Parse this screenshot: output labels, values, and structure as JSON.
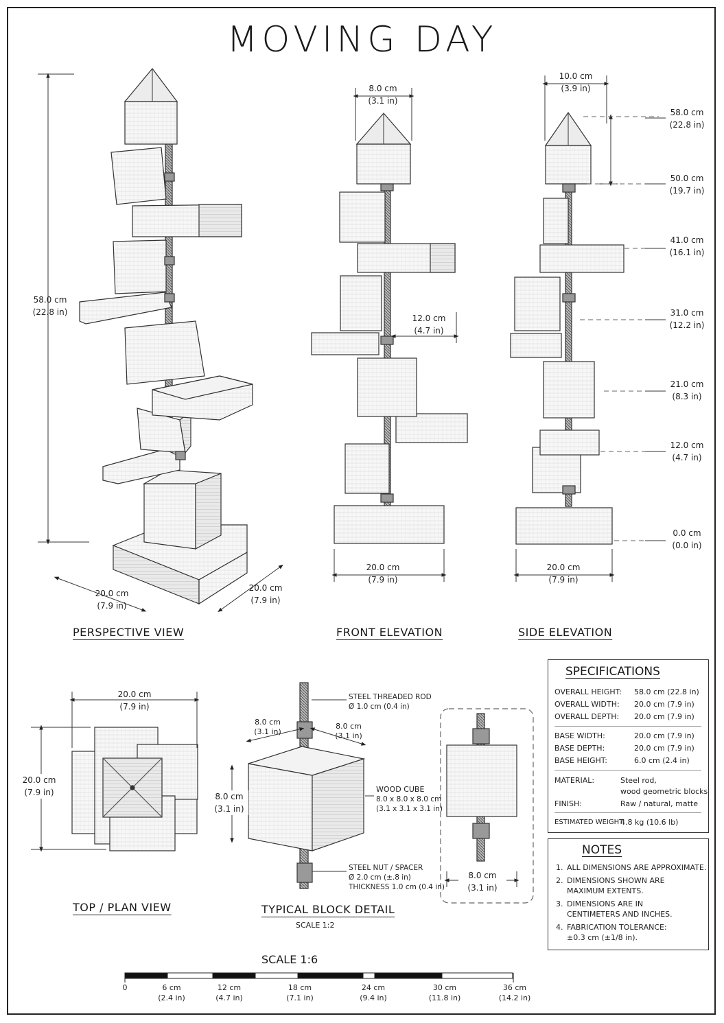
{
  "title": "MOVING DAY",
  "views": {
    "perspective": {
      "caption": "PERSPECTIVE VIEW",
      "height_cm": "58.0 cm",
      "height_in": "(22.8 in)",
      "width_cm": "20.0 cm",
      "width_in": "(7.9 in)",
      "depth_cm": "20.0 cm",
      "depth_in": "(7.9 in)"
    },
    "front": {
      "caption": "FRONT ELEVATION",
      "top_cm": "8.0 cm",
      "top_in": "(3.1 in)",
      "mid_cm": "12.0 cm",
      "mid_in": "(4.7 in)",
      "base_cm": "20.0 cm",
      "base_in": "(7.9 in)"
    },
    "side": {
      "caption": "SIDE ELEVATION",
      "top_cm": "10.0 cm",
      "top_in": "(3.9 in)",
      "base_cm": "20.0 cm",
      "base_in": "(7.9 in)",
      "levels": [
        {
          "cm": "58.0 cm",
          "in": "(22.8 in)"
        },
        {
          "cm": "50.0 cm",
          "in": "(19.7 in)"
        },
        {
          "cm": "41.0 cm",
          "in": "(16.1 in)"
        },
        {
          "cm": "31.0 cm",
          "in": "(12.2 in)"
        },
        {
          "cm": "21.0 cm",
          "in": "(8.3 in)"
        },
        {
          "cm": "12.0 cm",
          "in": "(4.7 in)"
        },
        {
          "cm": "0.0 cm",
          "in": "(0.0 in)"
        }
      ]
    },
    "plan": {
      "caption": "TOP / PLAN VIEW",
      "width_cm": "20.0 cm",
      "width_in": "(7.9 in)",
      "depth_cm": "20.0 cm",
      "depth_in": "(7.9 in)"
    },
    "detail": {
      "caption": "TYPICAL BLOCK DETAIL",
      "scale": "SCALE 1:2",
      "rod_label": "STEEL THREADED ROD",
      "rod_dia": "Ø 1.0 cm (0.4 in)",
      "w1_cm": "8.0 cm",
      "w1_in": "(3.1 in)",
      "w2_cm": "8.0 cm",
      "w2_in": "(3.1 in)",
      "h_cm": "8.0 cm",
      "h_in": "(3.1 in)",
      "cube_label": "WOOD CUBE",
      "cube_dim_cm": "8.0 x 8.0 x 8.0 cm",
      "cube_dim_in": "(3.1 x 3.1 x 3.1 in)",
      "nut_label": "STEEL NUT / SPACER",
      "nut_dia": "Ø 2.0 cm (±.8 in)",
      "nut_thk": "THICKNESS 1.0 cm (0.4 in)",
      "section_cm": "8.0 cm",
      "section_in": "(3.1 in)"
    }
  },
  "specifications": {
    "heading": "SPECIFICATIONS",
    "rows1": [
      {
        "k": "OVERALL HEIGHT:",
        "v": "58.0 cm  (22.8 in)"
      },
      {
        "k": "OVERALL WIDTH:",
        "v": "20.0 cm  (7.9 in)"
      },
      {
        "k": "OVERALL DEPTH:",
        "v": "20.0 cm  (7.9 in)"
      }
    ],
    "rows2": [
      {
        "k": "BASE WIDTH:",
        "v": "20.0 cm  (7.9 in)"
      },
      {
        "k": "BASE DEPTH:",
        "v": "20.0 cm  (7.9 in)"
      },
      {
        "k": "BASE HEIGHT:",
        "v": "6.0 cm  (2.4 in)"
      }
    ],
    "material_k": "MATERIAL:",
    "material_v1": "Steel rod,",
    "material_v2": "wood geometric blocks",
    "finish_k": "FINISH:",
    "finish_v": "Raw / natural, matte",
    "weight_k": "ESTIMATED WEIGHT:",
    "weight_v": "4.8 kg  (10.6 lb)"
  },
  "notes": {
    "heading": "NOTES",
    "items": [
      {
        "n": "1.",
        "l1": "ALL DIMENSIONS ARE APPROXIMATE.",
        "l2": ""
      },
      {
        "n": "2.",
        "l1": "DIMENSIONS SHOWN ARE",
        "l2": "MAXIMUM EXTENTS."
      },
      {
        "n": "3.",
        "l1": "DIMENSIONS ARE IN",
        "l2": "CENTIMETERS AND INCHES."
      },
      {
        "n": "4.",
        "l1": "FABRICATION TOLERANCE:",
        "l2": "±0.3 cm  (±1/8 in)."
      }
    ]
  },
  "scale_bar": {
    "title": "SCALE 1:6",
    "ticks": [
      {
        "cm": "0",
        "in": ""
      },
      {
        "cm": "6 cm",
        "in": "(2.4 in)"
      },
      {
        "cm": "12 cm",
        "in": "(4.7 in)"
      },
      {
        "cm": "18 cm",
        "in": "(7.1 in)"
      },
      {
        "cm": "24 cm",
        "in": "(9.4 in)"
      },
      {
        "cm": "30 cm",
        "in": "(11.8 in)"
      },
      {
        "cm": "36 cm",
        "in": "(14.2 in)"
      }
    ]
  }
}
